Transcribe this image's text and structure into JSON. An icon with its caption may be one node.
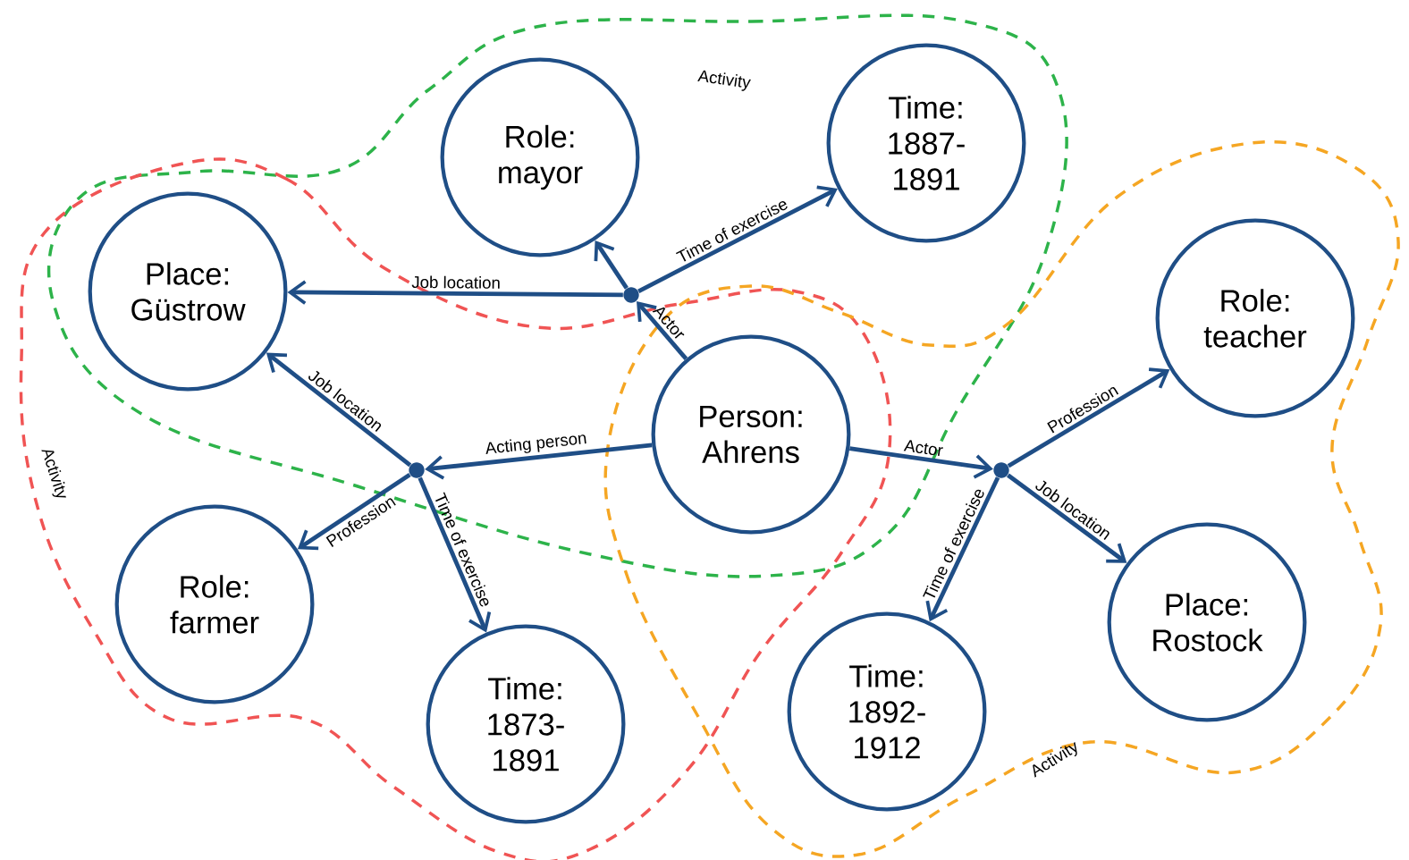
{
  "diagram": {
    "nodes": [
      {
        "text": [
          "Role: mayor"
        ]
      },
      {
        "text": [
          "Time: 1887-1891"
        ]
      },
      {
        "text": [
          "Place: Güstrow"
        ]
      },
      {
        "text": [
          "Role: teacher"
        ]
      },
      {
        "text": [
          "Person: Ahrens"
        ]
      },
      {
        "text": [
          "Role: farmer"
        ]
      },
      {
        "text": [
          "Time: 1873-1891"
        ]
      },
      {
        "text": [
          "Time: 1892-1912"
        ]
      },
      {
        "text": [
          "Place: Rostock"
        ]
      },
      {
        "text": [],
        "shape": "circle"
      },
      {
        "text": [],
        "shape": "circle"
      },
      {
        "text": [],
        "shape": "circle"
      }
    ],
    "edges": [
      {
        "from": 4,
        "to": 9,
        "arrow": "to",
        "label": "Actor"
      },
      {
        "from": 9,
        "to": 0,
        "arrow": "to"
      },
      {
        "from": 9,
        "to": 1,
        "arrow": "to",
        "label": "Time of exercise"
      },
      {
        "from": 9,
        "to": 2,
        "arrow": "to",
        "label": "Job location"
      },
      {
        "from": 4,
        "to": 10,
        "arrow": "to",
        "label": "Acting person"
      },
      {
        "from": 10,
        "to": 2,
        "arrow": "to",
        "label": "Job location"
      },
      {
        "from": 10,
        "to": 5,
        "arrow": "to",
        "label": "Profession"
      },
      {
        "from": 10,
        "to": 6,
        "arrow": "to",
        "label": "Time of exercise"
      },
      {
        "from": 4,
        "to": 11,
        "arrow": "to",
        "label": "Actor"
      },
      {
        "from": 11,
        "to": 3,
        "arrow": "to",
        "label": "Profession"
      },
      {
        "from": 11,
        "to": 8,
        "arrow": "to",
        "label": "Job location"
      },
      {
        "from": 11,
        "to": 7,
        "arrow": "to",
        "label": "Time of exercise"
      }
    ],
    "labels": [
      "Activity",
      "Activity",
      "Activity"
    ]
  }
}
